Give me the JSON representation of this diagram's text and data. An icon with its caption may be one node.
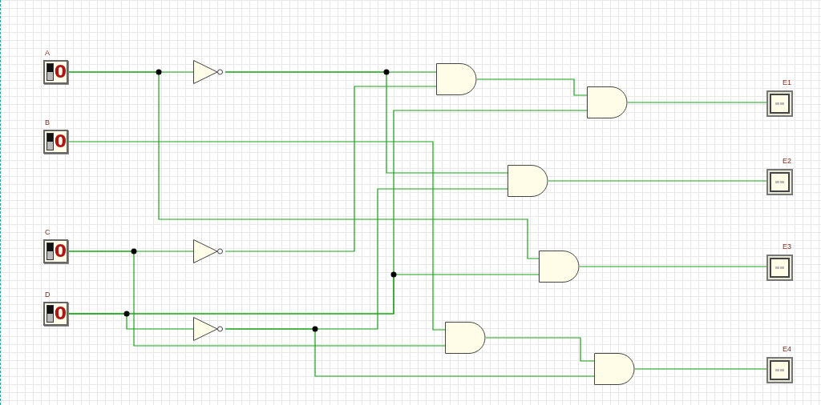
{
  "diagram": {
    "nodes": [
      {
        "text": [
          "A",
          "0"
        ]
      },
      {
        "text": [
          "B",
          "0"
        ]
      },
      {
        "text": [
          "C",
          "0"
        ]
      },
      {
        "text": [
          "D",
          "0"
        ]
      },
      {
        "text": [],
        "shape": "triangle"
      },
      {
        "text": [],
        "shape": "triangle"
      },
      {
        "text": [],
        "shape": "triangle"
      },
      {
        "text": [],
        "shape": "gate"
      },
      {
        "text": [],
        "shape": "gate"
      },
      {
        "text": [],
        "shape": "gate"
      },
      {
        "text": [],
        "shape": "gate"
      },
      {
        "text": [],
        "shape": "gate"
      },
      {
        "text": [],
        "shape": "gate"
      },
      {
        "text": [
          "E1"
        ]
      },
      {
        "text": [
          "E2"
        ]
      },
      {
        "text": [
          "E3"
        ]
      },
      {
        "text": [
          "E4"
        ]
      }
    ],
    "edges": [
      {
        "from": 0,
        "to": 4,
        "arrow": "none"
      },
      {
        "from": 0,
        "to": 10,
        "arrow": "none"
      },
      {
        "from": 4,
        "to": 7,
        "arrow": "none"
      },
      {
        "from": 4,
        "to": 9,
        "arrow": "none"
      },
      {
        "from": 2,
        "to": 5,
        "arrow": "none"
      },
      {
        "from": 5,
        "to": 7,
        "arrow": "none"
      },
      {
        "from": 2,
        "to": 11,
        "arrow": "none"
      },
      {
        "from": 3,
        "to": 6,
        "arrow": "none"
      },
      {
        "from": 3,
        "to": 8,
        "arrow": "none"
      },
      {
        "from": 3,
        "to": 10,
        "arrow": "none"
      },
      {
        "from": 6,
        "to": 9,
        "arrow": "none"
      },
      {
        "from": 6,
        "to": 12,
        "arrow": "none"
      },
      {
        "from": 1,
        "to": 11,
        "arrow": "none"
      },
      {
        "from": 7,
        "to": 8,
        "arrow": "none"
      },
      {
        "from": 11,
        "to": 12,
        "arrow": "none"
      },
      {
        "from": 8,
        "to": 13,
        "arrow": "none"
      },
      {
        "from": 9,
        "to": 14,
        "arrow": "none"
      },
      {
        "from": 10,
        "to": 15,
        "arrow": "none"
      },
      {
        "from": 12,
        "to": 16,
        "arrow": "none"
      }
    ]
  }
}
